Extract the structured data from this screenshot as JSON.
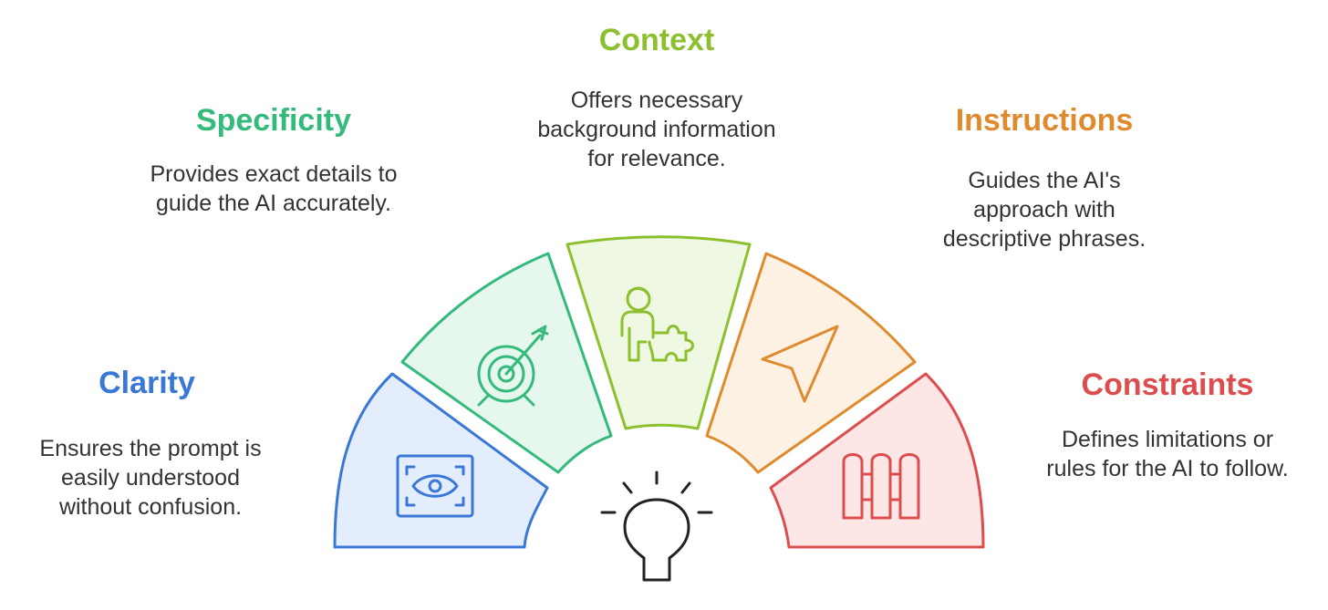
{
  "segments": [
    {
      "key": "clarity",
      "title": "Clarity",
      "description": "Ensures the prompt is\neasily understood\nwithout confusion.",
      "color": "#3A78D8",
      "fill": "#E4EDFB",
      "icon": "eye-icon"
    },
    {
      "key": "specificity",
      "title": "Specificity",
      "description": "Provides exact details to\nguide the AI accurately.",
      "color": "#34BA7A",
      "fill": "#E6F7EE",
      "icon": "target-arrow-icon"
    },
    {
      "key": "context",
      "title": "Context",
      "description": "Offers necessary\nbackground information\nfor relevance.",
      "color": "#8CC02E",
      "fill": "#EFF8E2",
      "icon": "person-puzzle-icon"
    },
    {
      "key": "instructions",
      "title": "Instructions",
      "description": "Guides the AI's\napproach with\ndescriptive phrases.",
      "color": "#E08A2E",
      "fill": "#FDF1E4",
      "icon": "navigation-arrow-icon"
    },
    {
      "key": "constraints",
      "title": "Constraints",
      "description": "Defines limitations or\nrules for the AI to follow.",
      "color": "#DD4D4D",
      "fill": "#FCE6E6",
      "icon": "fence-icon"
    }
  ],
  "center_icon": "lightbulb-icon"
}
